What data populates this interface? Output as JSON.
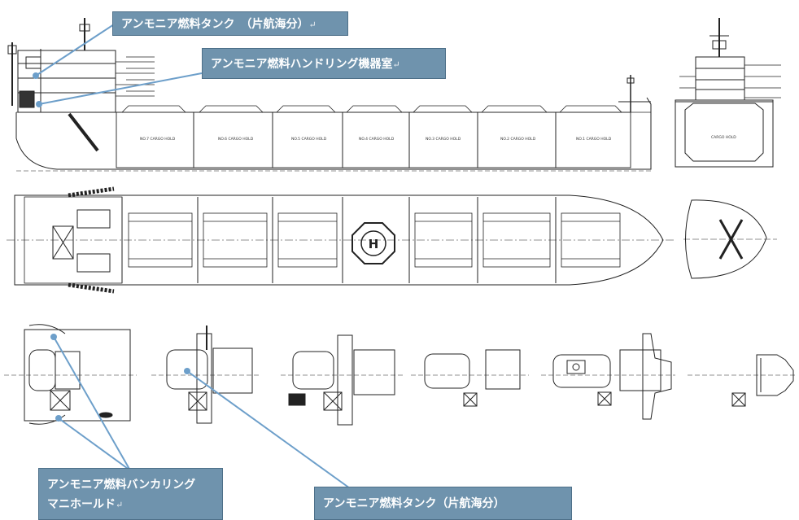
{
  "callouts": {
    "fuel_tank_top": "アンモニア燃料タンク　（片航海分）",
    "handling_room": "アンモニア燃料ハンドリング機器室",
    "bunkering_line1": "アンモニア燃料バンカリング",
    "bunkering_line2": "マニホールド",
    "fuel_tank_bottom": "アンモニア燃料タンク（片航海分）",
    "paragraph_mark": "↵"
  },
  "colors": {
    "callout_fill": "#6f93ad",
    "leader_line": "#6d9fca",
    "drawing_line": "#222222"
  }
}
